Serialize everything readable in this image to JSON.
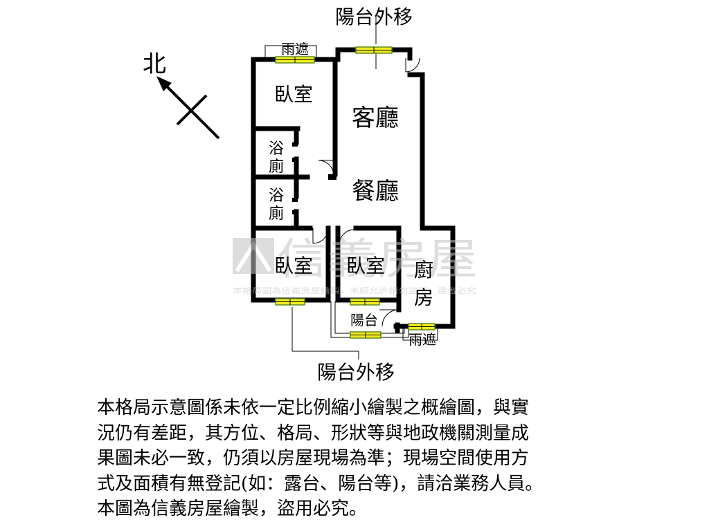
{
  "compass": {
    "north_label": "北"
  },
  "rooms": {
    "living_room": "客廳",
    "dining_room": "餐廳",
    "bedroom_nw": "臥室",
    "bath_upper_1": "浴",
    "bath_upper_2": "廁",
    "bath_lower_1": "浴",
    "bath_lower_2": "廁",
    "bedroom_sw": "臥室",
    "bedroom_s": "臥室",
    "kitchen_1": "廚",
    "kitchen_2": "房",
    "balcony": "陽台"
  },
  "annotations": {
    "balcony_moved_top": "陽台外移",
    "balcony_moved_bottom": "陽台外移",
    "canopy_top": "雨遮",
    "canopy_bottom": "雨遮"
  },
  "watermark": {
    "brand": "信義房屋",
    "note": "本格局圖為信義房屋繪製，未經允許請勿盜用，違者必究"
  },
  "disclaimer": [
    "本格局示意圖係未依一定比例縮小繪製之概繪圖，與實",
    "況仍有差距，其方位、格局、形狀等與地政機關測量成",
    "果圖未必一致，仍須以房屋現場為準；現場空間使用方",
    "式及面積有無登記(如：露台、陽台等)，請洽業務人員。",
    "本圖為信義房屋繪製，盜用必究。"
  ],
  "colors": {
    "wall": "#000000",
    "window_fill": "#f2ee1c",
    "window_edge": "#5f8a1f",
    "watermark": "#c2c2c2"
  }
}
